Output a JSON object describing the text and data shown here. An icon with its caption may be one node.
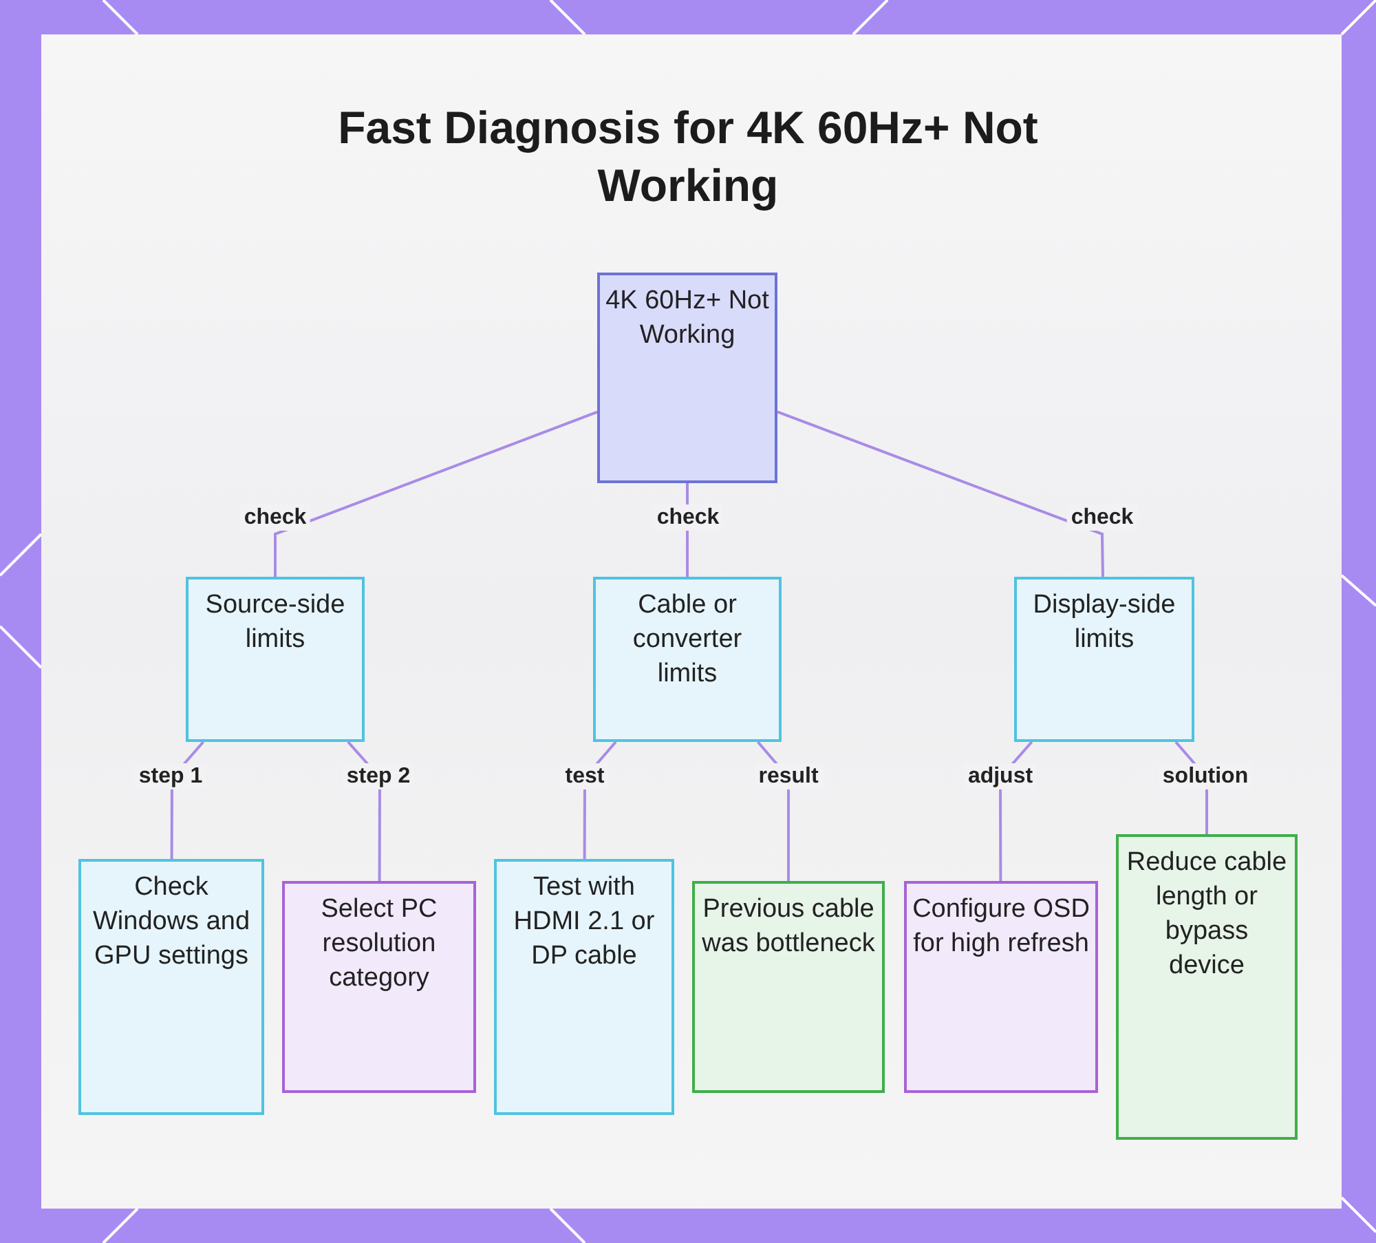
{
  "diagram": {
    "title": "Fast Diagnosis for 4K 60Hz+ Not Working",
    "nodes": [
      {
        "text": [
          "4K 60Hz+ Not Working"
        ]
      },
      {
        "text": [
          "Source-side limits"
        ]
      },
      {
        "text": [
          "Cable or converter limits"
        ]
      },
      {
        "text": [
          "Display-side limits"
        ]
      },
      {
        "text": [
          "Check Windows and GPU settings"
        ]
      },
      {
        "text": [
          "Select PC resolution category"
        ]
      },
      {
        "text": [
          "Test with HDMI 2.1 or DP cable"
        ]
      },
      {
        "text": [
          "Previous cable was bottleneck"
        ]
      },
      {
        "text": [
          "Configure OSD for high refresh"
        ]
      },
      {
        "text": [
          "Reduce cable length or bypass device"
        ]
      }
    ],
    "edges": [
      {
        "from": 0,
        "to": 1,
        "arrow": "none",
        "label": "check"
      },
      {
        "from": 0,
        "to": 2,
        "arrow": "none",
        "label": "check"
      },
      {
        "from": 0,
        "to": 3,
        "arrow": "none",
        "label": "check"
      },
      {
        "from": 1,
        "to": 4,
        "arrow": "none",
        "label": "step 1"
      },
      {
        "from": 1,
        "to": 5,
        "arrow": "none",
        "label": "step 2"
      },
      {
        "from": 2,
        "to": 6,
        "arrow": "none",
        "label": "test"
      },
      {
        "from": 2,
        "to": 7,
        "arrow": "none",
        "label": "result"
      },
      {
        "from": 3,
        "to": 8,
        "arrow": "none",
        "label": "adjust"
      },
      {
        "from": 3,
        "to": 9,
        "arrow": "none",
        "label": "solution"
      }
    ]
  }
}
